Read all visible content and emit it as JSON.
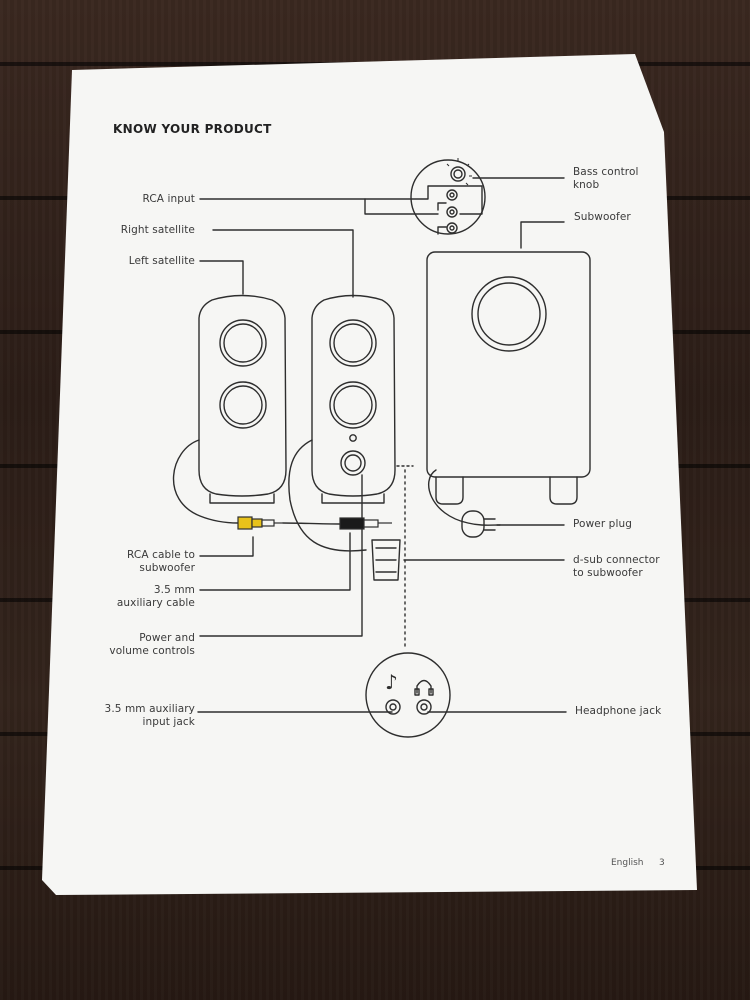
{
  "page": {
    "title": "KNOW YOUR PRODUCT",
    "footer_language": "English",
    "footer_page": "3"
  },
  "labels": {
    "rca_input": "RCA input",
    "right_satellite": "Right satellite",
    "left_satellite": "Left satellite",
    "rca_cable_1": "RCA cable to",
    "rca_cable_2": "subwoofer",
    "aux_cable_1": "3.5 mm",
    "aux_cable_2": "auxiliary cable",
    "power_vol_1": "Power and",
    "power_vol_2": "volume controls",
    "aux_jack_1": "3.5 mm auxiliary",
    "aux_jack_2": "input jack",
    "bass_knob_1": "Bass control",
    "bass_knob_2": "knob",
    "subwoofer": "Subwoofer",
    "power_plug": "Power plug",
    "dsub_1": "d-sub connector",
    "dsub_2": "to subwoofer",
    "headphone_jack": "Headphone jack"
  },
  "icons": {
    "music_note": "♪"
  },
  "colors": {
    "paper": "#f6f6f4",
    "ink": "#2e2e2e",
    "rca_plug": "#e8c21a",
    "aux_plug": "#1a1a1a"
  }
}
